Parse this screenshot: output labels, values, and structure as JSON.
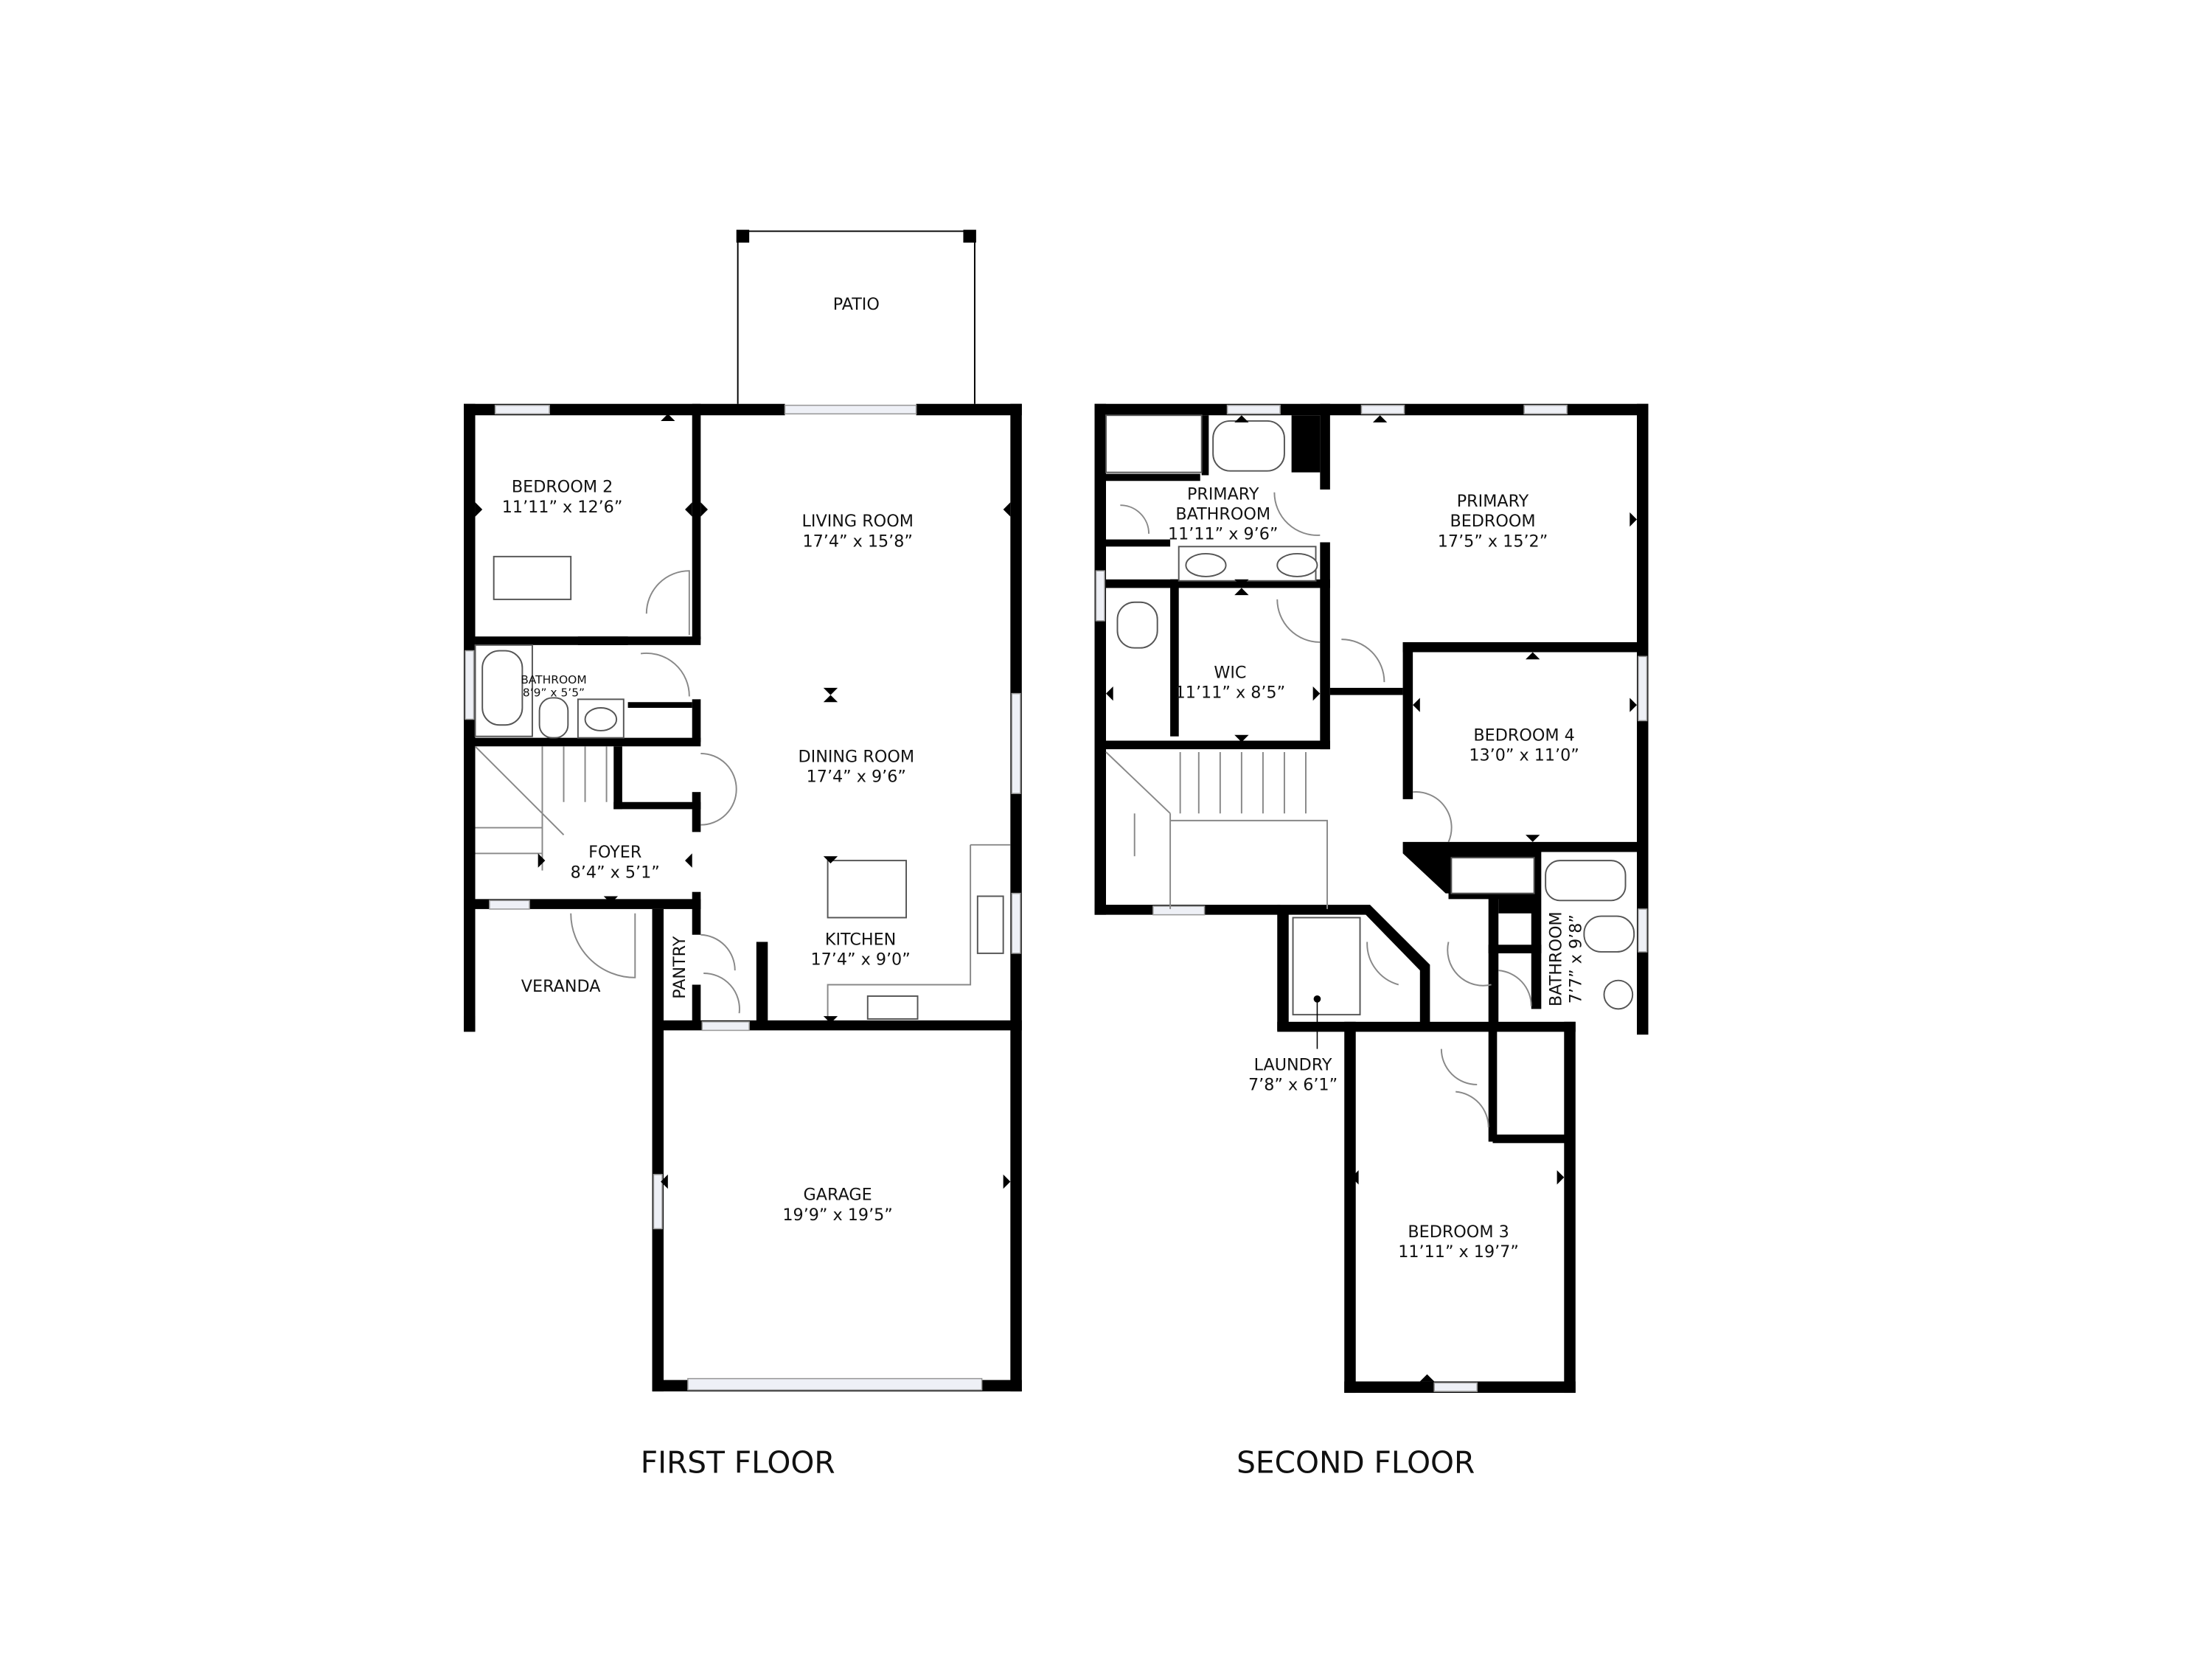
{
  "first_floor": {
    "title": "FIRST FLOOR",
    "rooms": [
      {
        "name": "PATIO",
        "size": ""
      },
      {
        "name": "BEDROOM 2",
        "size": "11’11” x 12’6”"
      },
      {
        "name": "LIVING ROOM",
        "size": "17’4” x 15’8”"
      },
      {
        "name": "BATHROOM",
        "size": "8’9” x 5’5”"
      },
      {
        "name": "DINING ROOM",
        "size": "17’4” x 9’6”"
      },
      {
        "name": "FOYER",
        "size": "8’4” x 5’1”"
      },
      {
        "name": "KITCHEN",
        "size": "17’4” x 9’0”"
      },
      {
        "name": "VERANDA",
        "size": ""
      },
      {
        "name": "PANTRY",
        "size": ""
      },
      {
        "name": "GARAGE",
        "size": "19’9” x 19’5”"
      }
    ]
  },
  "second_floor": {
    "title": "SECOND FLOOR",
    "rooms": [
      {
        "name": "PRIMARY",
        "name2": "BATHROOM",
        "size": "11’11” x 9’6”"
      },
      {
        "name": "PRIMARY",
        "name2": "BEDROOM",
        "size": "17’5” x 15’2”"
      },
      {
        "name": "WIC",
        "size": "11’11” x 8’5”"
      },
      {
        "name": "BEDROOM 4",
        "size": "13’0” x 11’0”"
      },
      {
        "name": "BATHROOM",
        "size": "7’7” x 9’8”"
      },
      {
        "name": "LAUNDRY",
        "size": "7’8” x 6’1”"
      },
      {
        "name": "BEDROOM 3",
        "size": "11’11” x 19’7”"
      }
    ]
  }
}
